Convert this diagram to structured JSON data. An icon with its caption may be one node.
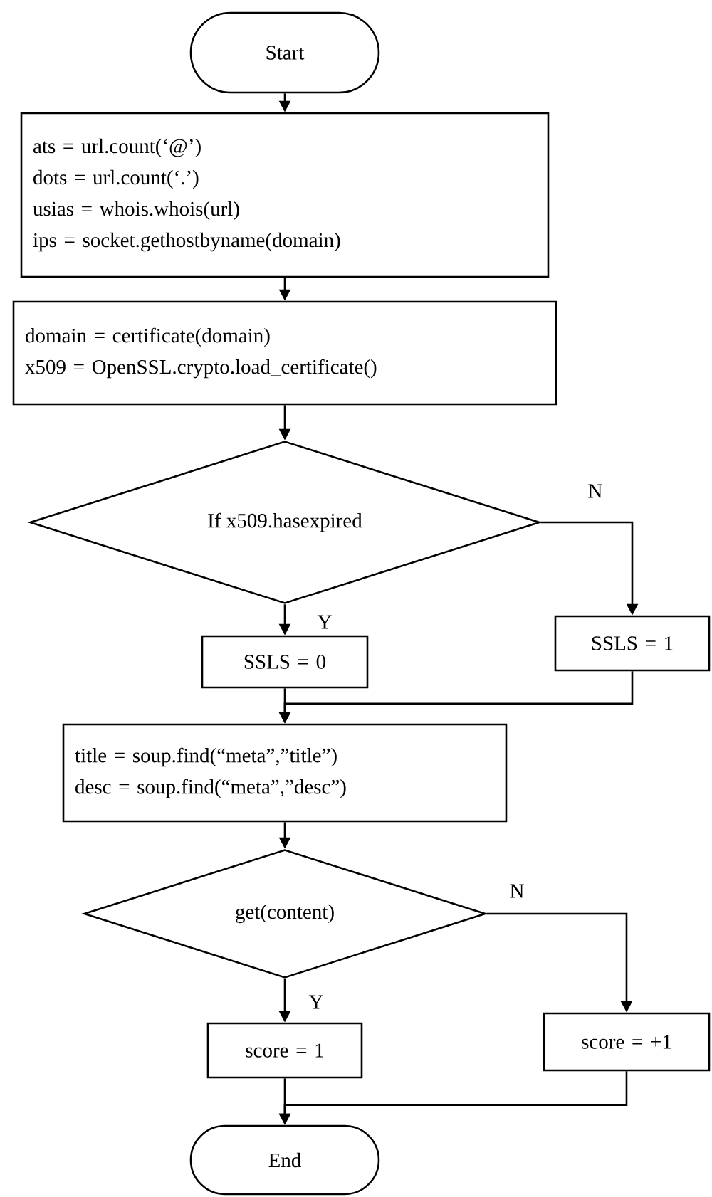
{
  "diagram": {
    "nodes": [
      {
        "text": [
          "Start"
        ]
      },
      {
        "text": [
          "ats = url.count(‘@’)",
          "dots = url.count(‘.’)",
          "usias = whois.whois(url)",
          "ips = socket.gethostbyname(domain)"
        ]
      },
      {
        "text": [
          "domain = certificate(domain)",
          "x509 = OpenSSL.crypto.load_certificate()"
        ]
      },
      {
        "text": [
          "If x509.hasexpired"
        ]
      },
      {
        "text": [
          "SSLS = 0"
        ]
      },
      {
        "text": [
          "SSLS = 1"
        ]
      },
      {
        "text": [
          "title = soup.find(“meta”,”title”)",
          "desc = soup.find(“meta”,”desc”)"
        ]
      },
      {
        "text": [
          "get(content)"
        ]
      },
      {
        "text": [
          "score = 1"
        ]
      },
      {
        "text": [
          "score = +1"
        ]
      },
      {
        "text": [
          "End"
        ]
      }
    ],
    "edges": [
      {
        "from": 0,
        "to": 1,
        "arrow": "to"
      },
      {
        "from": 1,
        "to": 2,
        "arrow": "to"
      },
      {
        "from": 2,
        "to": 3,
        "arrow": "to"
      },
      {
        "from": 3,
        "to": 4,
        "arrow": "to",
        "label": "Y"
      },
      {
        "from": 3,
        "to": 5,
        "arrow": "to",
        "label": "N"
      },
      {
        "from": 4,
        "to": 6,
        "arrow": "to"
      },
      {
        "from": 5,
        "to": 6,
        "arrow": "to"
      },
      {
        "from": 6,
        "to": 7,
        "arrow": "to"
      },
      {
        "from": 7,
        "to": 8,
        "arrow": "to",
        "label": "Y"
      },
      {
        "from": 7,
        "to": 9,
        "arrow": "to",
        "label": "N"
      },
      {
        "from": 8,
        "to": 10,
        "arrow": "to"
      },
      {
        "from": 9,
        "to": 10,
        "arrow": "to"
      }
    ]
  }
}
